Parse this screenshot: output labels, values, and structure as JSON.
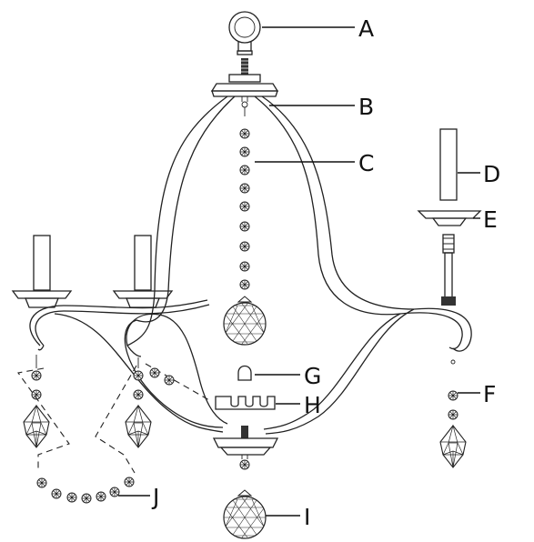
{
  "parts": [
    {
      "id": "ring",
      "label": "A"
    },
    {
      "id": "canopy",
      "label": "B"
    },
    {
      "id": "center-bead-chain",
      "label": "C"
    },
    {
      "id": "candle-sleeve",
      "label": "D"
    },
    {
      "id": "bobeche",
      "label": "E"
    },
    {
      "id": "arm-crystal-drop",
      "label": "F"
    },
    {
      "id": "finial-cap",
      "label": "G"
    },
    {
      "id": "bead-hook-ring",
      "label": "H"
    },
    {
      "id": "bottom-crystal-ball",
      "label": "I"
    },
    {
      "id": "swag-bead-chain",
      "label": "J"
    }
  ]
}
